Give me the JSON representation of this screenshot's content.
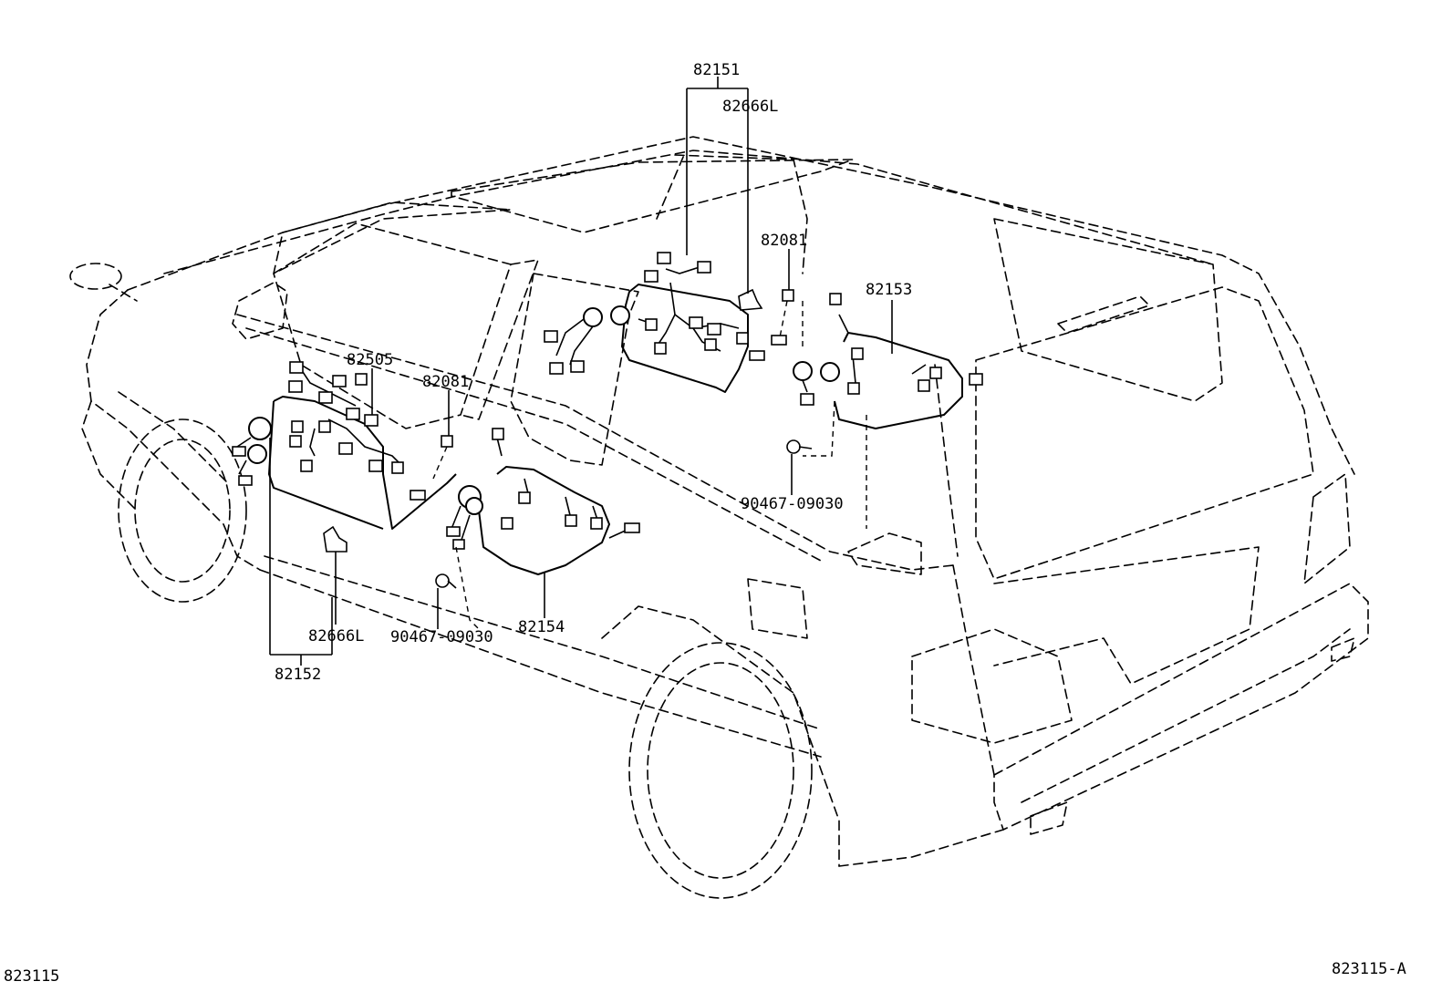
{
  "diagram_id": "823115",
  "diagram_id_variant": "823115-A",
  "callouts": {
    "front_overhead_harness": "82151",
    "front_overhead_clip": "82666L",
    "front_center_connector": "82081",
    "rear_overhead_harness": "82153",
    "rear_clip_bolt": "90467-09030",
    "front_door_sub_harness": "82505",
    "front_side_connector": "82081",
    "front_floor_harness": "82152",
    "front_floor_clip": "82666L",
    "side_clip_bolt": "90467-09030",
    "rear_side_harness": "82154"
  }
}
